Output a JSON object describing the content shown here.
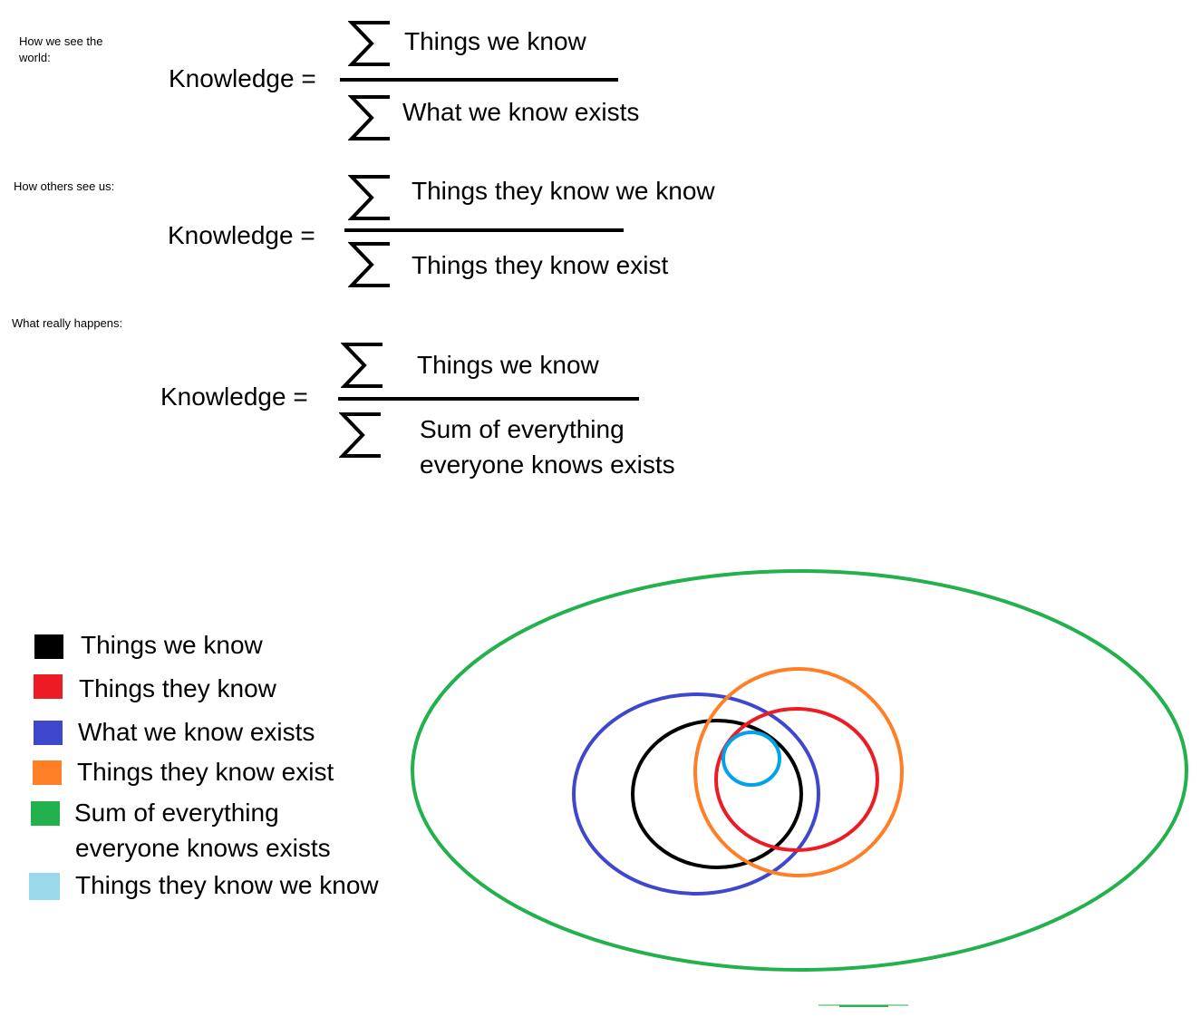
{
  "equations": [
    {
      "caption": "How we see the world:",
      "lhs": "Knowledge =",
      "numerator": "Things we know",
      "denominator": "What we know exists"
    },
    {
      "caption": "How others see us:",
      "lhs": "Knowledge =",
      "numerator": "Things they know we know",
      "denominator": "Things they know exist"
    },
    {
      "caption": "What really happens:",
      "lhs": "Knowledge =",
      "numerator": "Things we know",
      "denominator_line1": "Sum of everything",
      "denominator_line2": "everyone knows exists"
    }
  ],
  "legend": [
    {
      "label": "Things we know",
      "color": "#000000"
    },
    {
      "label": "Things they know",
      "color": "#ed1c24"
    },
    {
      "label": "What we know exists",
      "color": "#3f48cc"
    },
    {
      "label": "Things they know exist",
      "color": "#ff7f27"
    },
    {
      "label_line1": "Sum of everything",
      "label_line2": "everyone knows exists",
      "color": "#22b14c"
    },
    {
      "label": "Things they know we know",
      "color": "#99d9ea"
    }
  ],
  "venn_colors": {
    "green": "#22b14c",
    "blue": "#3f48cc",
    "black": "#000000",
    "orange": "#ff7f27",
    "red": "#ed1c24",
    "cyan": "#00a2e8"
  }
}
